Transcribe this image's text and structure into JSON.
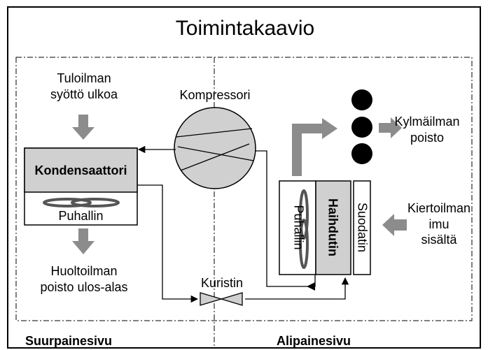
{
  "title": "Toimintakaavio",
  "labels": {
    "intake": [
      "Tuloilman",
      "syöttö ulkoa"
    ],
    "compressor": "Kompressori",
    "condenser": "Kondensaattori",
    "condenser_fan": "Puhallin",
    "exhaust": [
      "Huoltoilman",
      "poisto ulos-alas"
    ],
    "throttle": "Kuristin",
    "cold_out": [
      "Kylmäilman",
      "poisto"
    ],
    "evaporator": "Haihdutin",
    "evaporator_fan": "Puhallin",
    "filter": "Suodatin",
    "return_air": [
      "Kiertoilman",
      "imu",
      "sisältä"
    ],
    "high_side": "Suurpainesivu",
    "low_side": "Alipainesivu"
  },
  "colors": {
    "box_fill": "#d0d0d0",
    "arrow": "#8c8c8c",
    "line": "#000000",
    "fan_fill": "#555555"
  }
}
